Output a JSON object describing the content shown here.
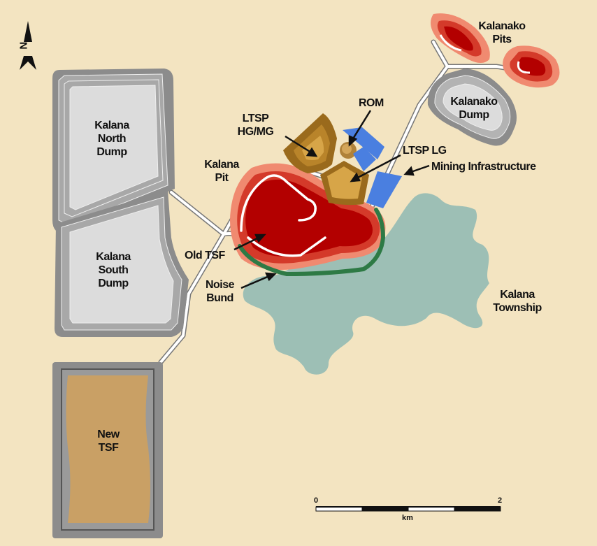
{
  "map": {
    "features": {
      "kalana_north_dump": "Kalana North Dump",
      "kalana_south_dump": "Kalana South Dump",
      "new_tsf": "New TSF",
      "kalana_pit": "Kalana Pit",
      "ltsp_hgmg": "LTSP HG/MG",
      "rom": "ROM",
      "ltsp_lg": "LTSP LG",
      "mining_infrastructure": "Mining Infrastructure",
      "kalanako_pits": "Kalanako Pits",
      "kalanako_dump": "Kalanako Dump",
      "old_tsf": "Old TSF",
      "noise_bund": "Noise Bund",
      "kalana_township": "Kalana Township"
    },
    "labels": {
      "north_dump": [
        "Kalana",
        "North",
        "Dump"
      ],
      "south_dump": [
        "Kalana",
        "South",
        "Dump"
      ],
      "new_tsf": [
        "New",
        "TSF"
      ],
      "kalana_pit": [
        "Kalana",
        "Pit"
      ],
      "ltsp_hgmg": [
        "LTSP",
        "HG/MG"
      ],
      "kalanako_pits": [
        "Kalanako",
        "Pits"
      ],
      "kalanako_dump": [
        "Kalanako",
        "Dump"
      ],
      "noise_bund": [
        "Noise",
        "Bund"
      ],
      "township": [
        "Kalana",
        "Township"
      ]
    },
    "north_arrow": "N",
    "scale_bar": {
      "start": "0",
      "end": "2",
      "unit": "km"
    },
    "colors": {
      "background": "#f3e4c1",
      "pit": "#b30000",
      "pit_rim": "#e8806a",
      "dump": "#dcdcdc",
      "dump_rim": "#8c8c8c",
      "stockpile": "#c8922e",
      "infrastructure": "#4a7fe0",
      "township": "#9dbfb5",
      "bund": "#2e7a45",
      "tsf": "#c9a065"
    }
  }
}
